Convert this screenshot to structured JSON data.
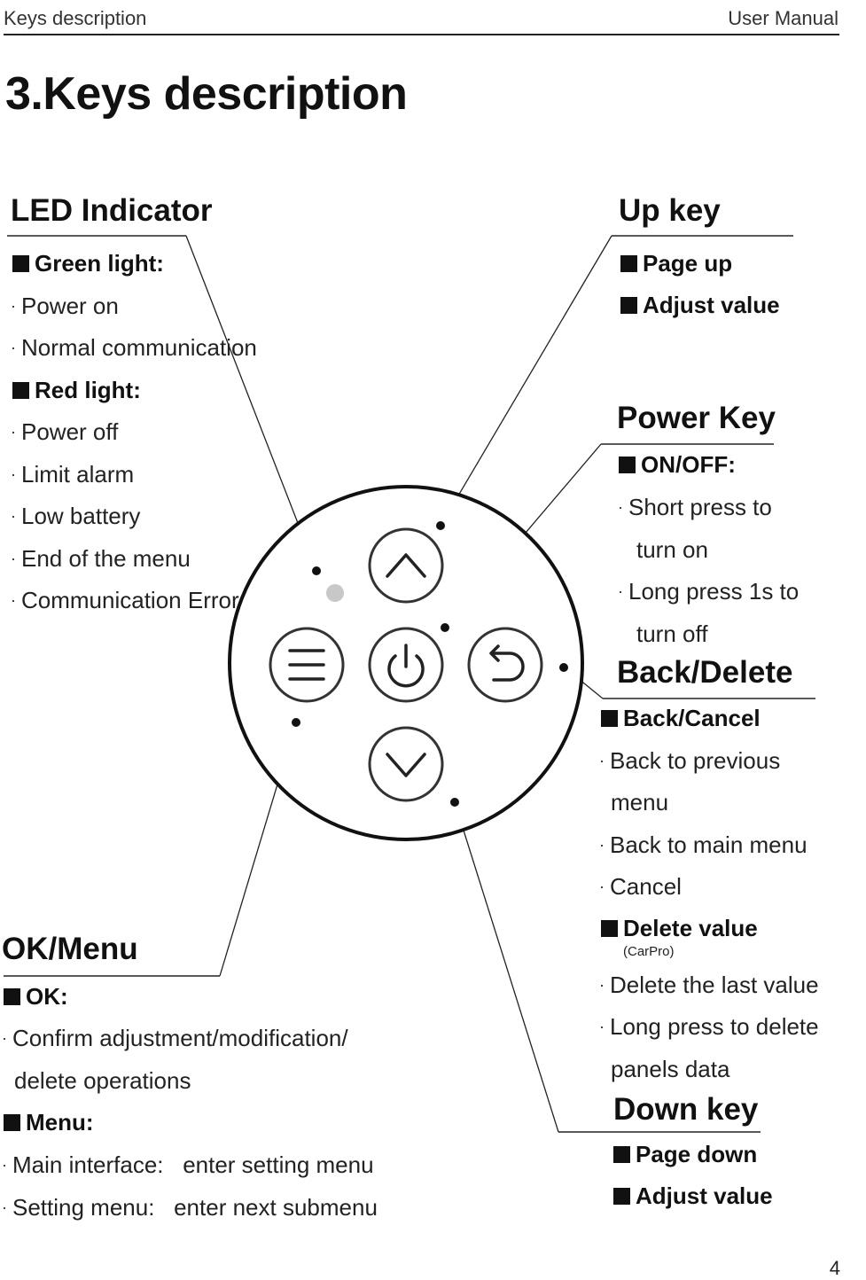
{
  "header": {
    "left": "Keys description",
    "right": "User Manual"
  },
  "title": "3.Keys description",
  "led": {
    "title": "LED Indicator",
    "green_label": "Green light:",
    "green_items": [
      "Power on",
      "Normal communication"
    ],
    "red_label": "Red light:",
    "red_items": [
      "Power off",
      "Limit alarm",
      "Low battery",
      "End of the menu",
      "Communication Error"
    ]
  },
  "up": {
    "title": "Up key",
    "items": [
      "Page up",
      "Adjust value"
    ]
  },
  "power": {
    "title": "Power Key",
    "label": "ON/OFF:",
    "line1": "Short press to",
    "line2": "turn on",
    "line3": "Long press 1s to",
    "line4": "turn off"
  },
  "back": {
    "title": "Back/Delete",
    "label1": "Back/Cancel",
    "line1": "Back to previous",
    "line2": "menu",
    "line3": "Back to main menu",
    "line4": "Cancel",
    "label2": "Delete value",
    "note": "(CarPro)",
    "line5": "Delete the last value",
    "line6": "Long press to delete",
    "line7": "panels data"
  },
  "down": {
    "title": "Down key",
    "items": [
      "Page down",
      "Adjust value"
    ]
  },
  "ok": {
    "title": "OK/Menu",
    "ok_label": "OK:",
    "ok_line1": "Confirm adjustment/modification/",
    "ok_line2": "delete operations",
    "menu_label": "Menu:",
    "menu_line1": "Main interface:   enter setting menu",
    "menu_line2": "Setting menu:   enter next submenu"
  },
  "page_number": "4",
  "icons": [
    "up-arrow-icon",
    "power-icon",
    "menu-icon",
    "back-icon",
    "down-arrow-icon",
    "led-indicator"
  ],
  "colors": {
    "text": "#1a1a1a",
    "led": "#c8c8c8",
    "line": "#222222"
  }
}
